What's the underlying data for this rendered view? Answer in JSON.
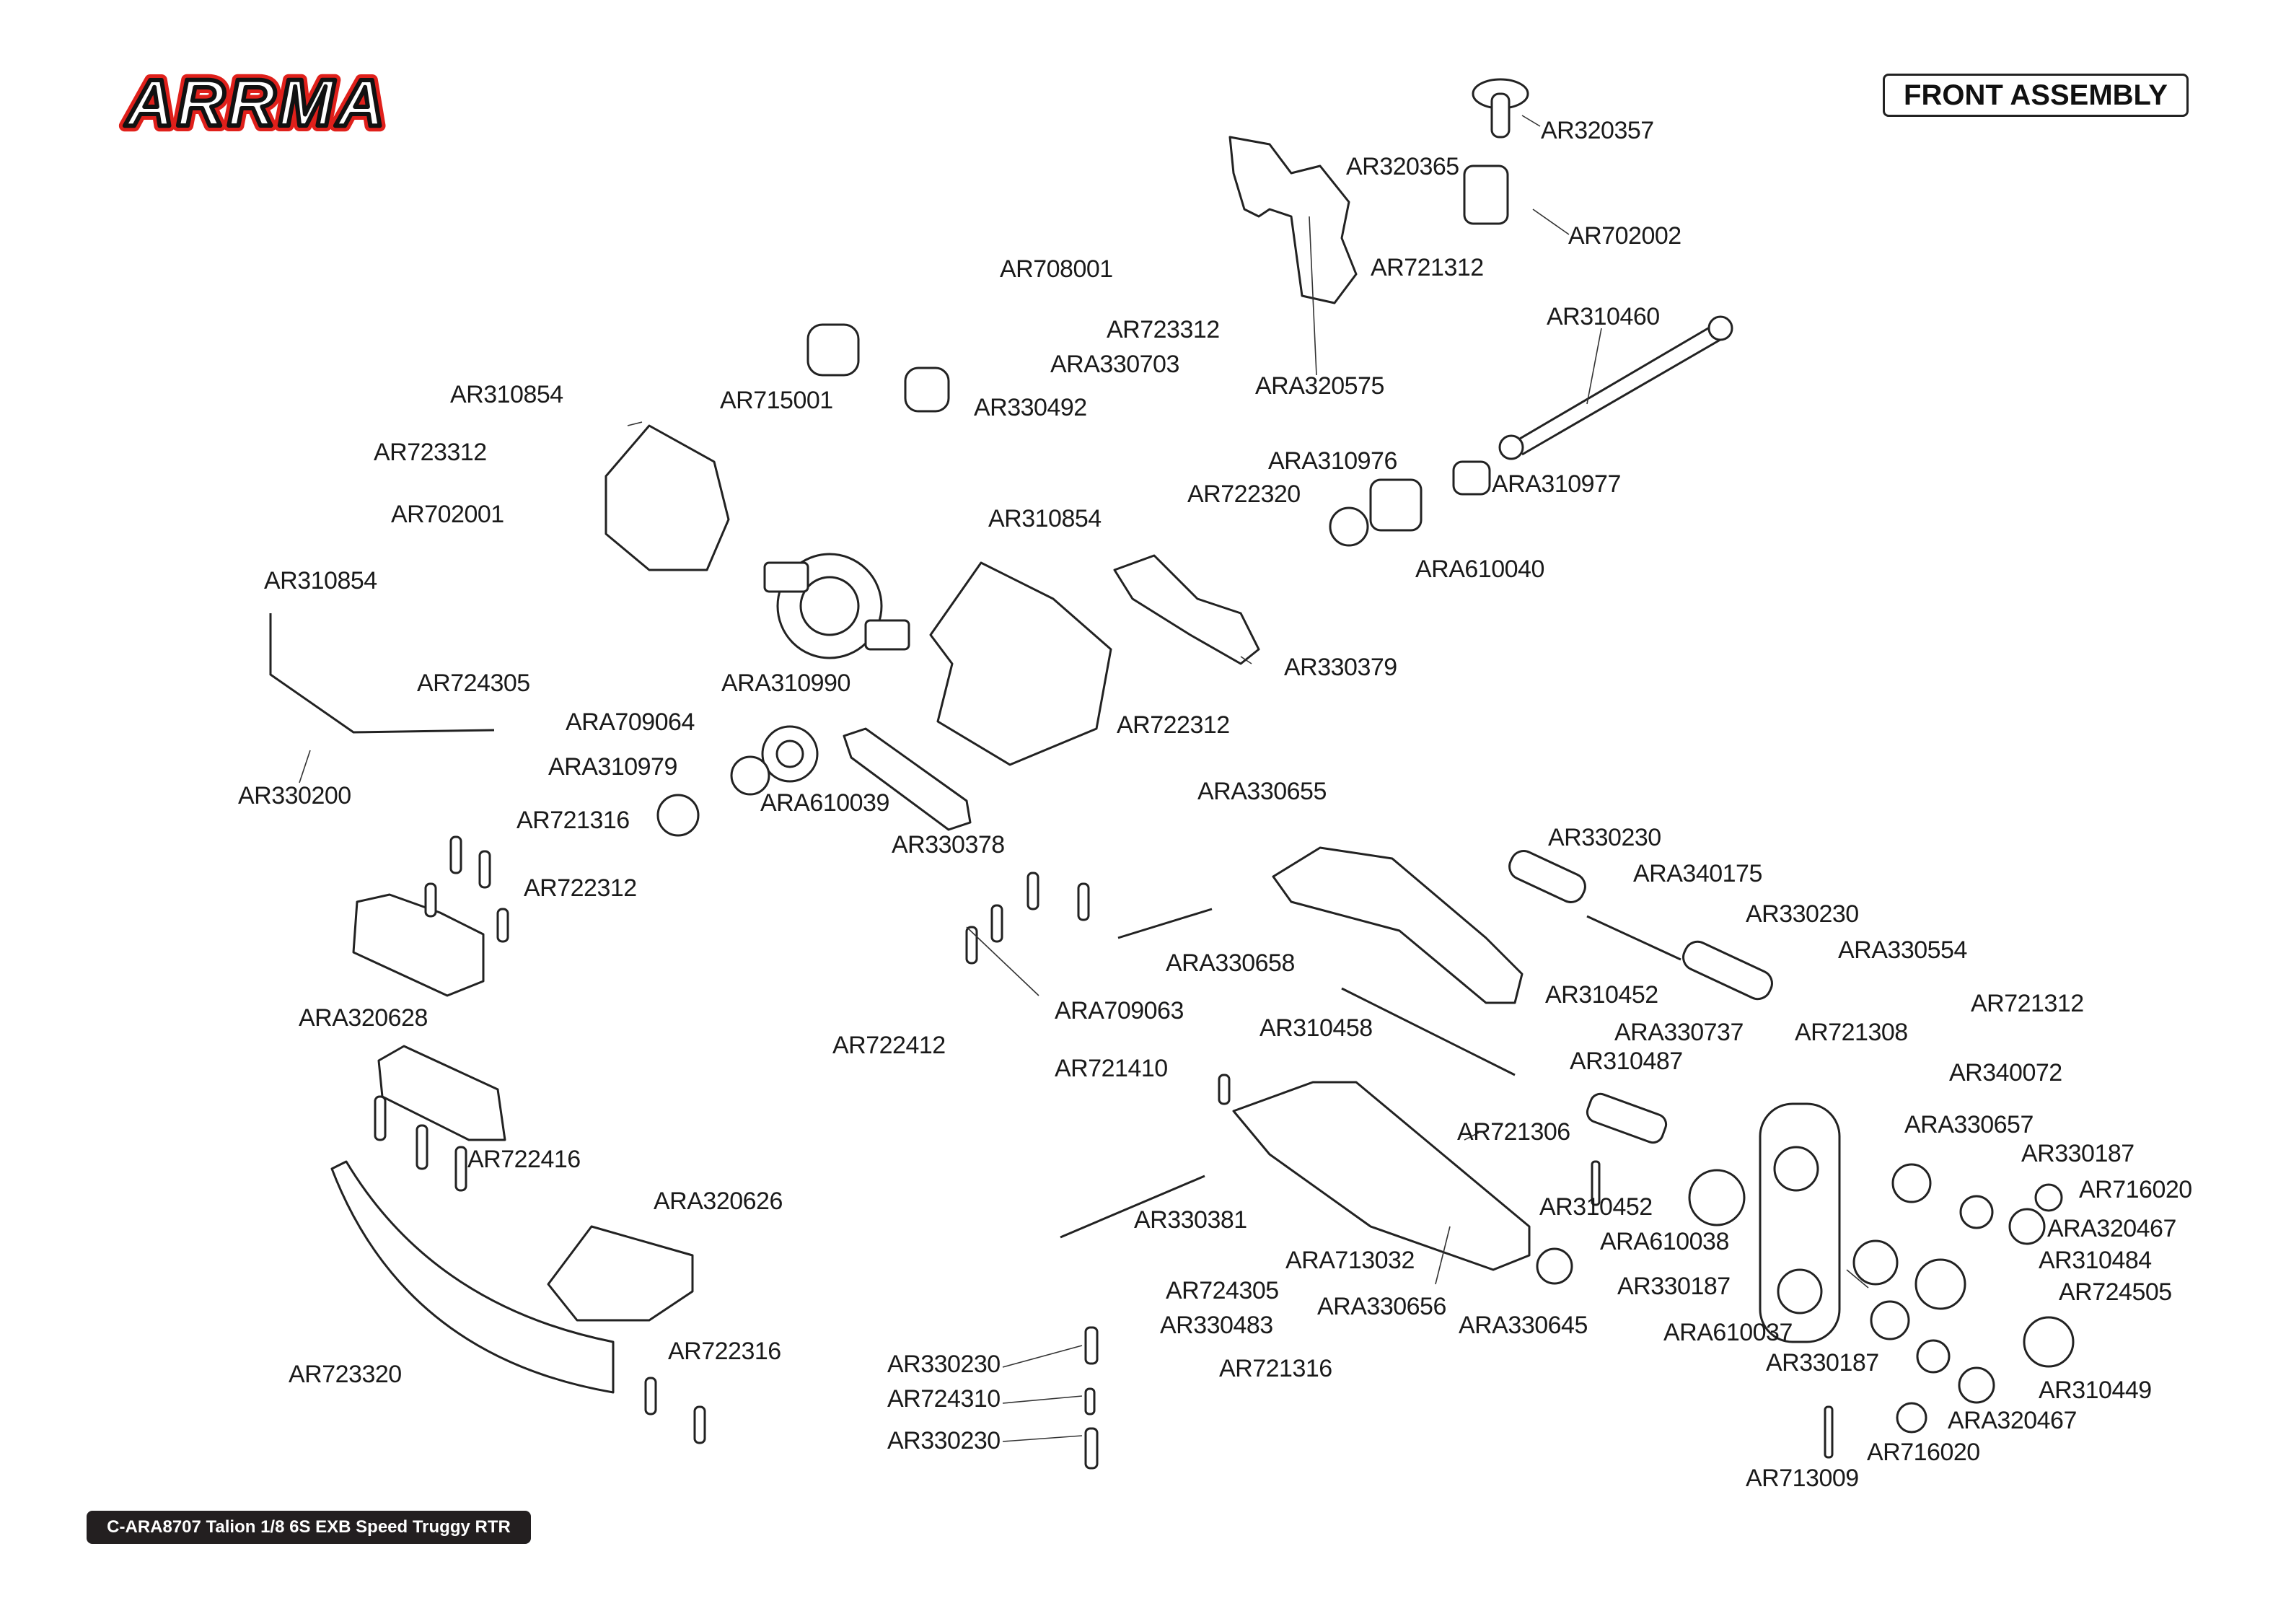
{
  "brand": {
    "logo": "ARRMA",
    "logo_red": "#e0201b"
  },
  "title": "FRONT ASSEMBLY",
  "footer": "C-ARA8707 Talion 1/8 6S EXB Speed Truggy RTR",
  "labels": [
    "AR320357",
    "AR320365",
    "AR702002",
    "AR721312",
    "AR708001",
    "AR723312",
    "ARA330703",
    "ARA320575",
    "AR715001",
    "AR330492",
    "AR310460",
    "AR310854",
    "AR723312",
    "ARA310976",
    "ARA310977",
    "AR722320",
    "AR702001",
    "AR310854",
    "ARA610040",
    "AR310854",
    "AR330379",
    "AR724305",
    "ARA310990",
    "AR722312",
    "ARA709064",
    "ARA310979",
    "AR330200",
    "ARA610039",
    "ARA330655",
    "AR721316",
    "AR330378",
    "AR330230",
    "ARA340175",
    "AR722312",
    "AR330230",
    "ARA330554",
    "ARA330658",
    "AR310452",
    "AR721312",
    "ARA709063",
    "ARA320628",
    "AR310458",
    "AR721308",
    "ARA330737",
    "AR722412",
    "AR310487",
    "AR721410",
    "AR340072",
    "ARA330657",
    "AR721306",
    "AR330187",
    "AR722416",
    "AR716020",
    "ARA320626",
    "AR310452",
    "AR330381",
    "ARA320467",
    "ARA610038",
    "AR310484",
    "ARA713032",
    "AR330187",
    "AR724505",
    "AR724305",
    "ARA330656",
    "ARA330645",
    "AR330483",
    "ARA610037",
    "AR722316",
    "AR330187",
    "AR330230",
    "AR721316",
    "AR723320",
    "AR310449",
    "AR724310",
    "ARA320467",
    "AR330230",
    "AR716020",
    "AR713009"
  ]
}
